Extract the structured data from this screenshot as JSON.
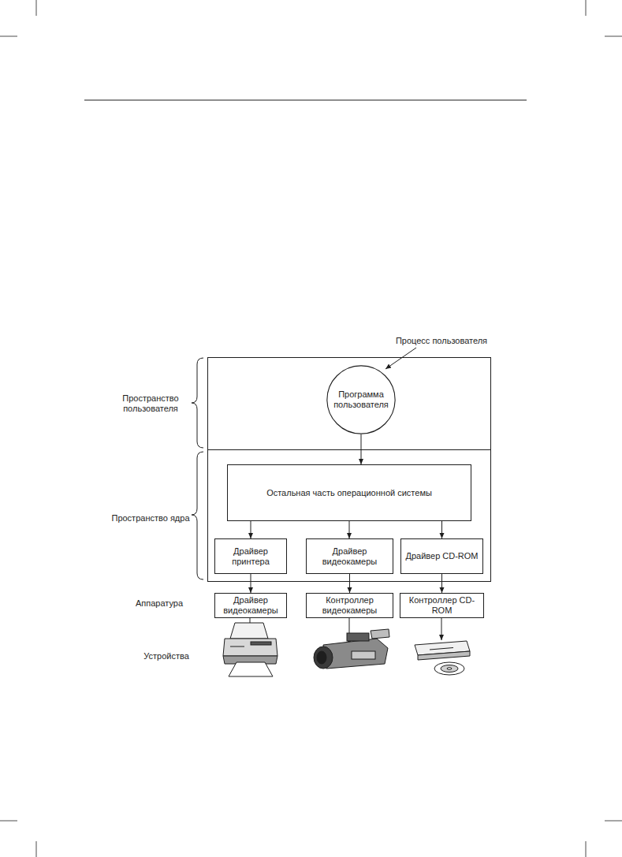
{
  "diagram": {
    "nodes": [
      {
        "text": [
          "Пространство пользователя"
        ]
      },
      {
        "text": [
          "Программа пользователя"
        ],
        "in": 0
      },
      {
        "text": [
          "Пространство ядра"
        ]
      },
      {
        "text": [
          "Остальная часть операционной системы"
        ],
        "in": 2
      },
      {
        "text": [
          "Драйвер принтера"
        ],
        "in": 2
      },
      {
        "text": [
          "Драйвер видеокамеры"
        ],
        "in": 2
      },
      {
        "text": [
          "Драйвер CD-ROM"
        ],
        "in": 2
      },
      {
        "text": [
          "Драйвер видеокамеры"
        ]
      },
      {
        "text": [
          "Контроллер видеокамеры"
        ]
      },
      {
        "text": [
          "Контроллер CD-ROM"
        ]
      }
    ],
    "edges": [
      {
        "from": 1,
        "to": 3,
        "arrow": "to"
      },
      {
        "from": 3,
        "to": 4,
        "arrow": "to"
      },
      {
        "from": 3,
        "to": 5,
        "arrow": "to"
      },
      {
        "from": 3,
        "to": 6,
        "arrow": "to"
      },
      {
        "from": 4,
        "to": 7,
        "arrow": "to"
      },
      {
        "from": 5,
        "to": 8,
        "arrow": "to"
      },
      {
        "from": 6,
        "to": 9,
        "arrow": "to"
      }
    ],
    "labels": [
      "Процесс пользователя",
      "Аппаратура",
      "Устройства"
    ]
  }
}
